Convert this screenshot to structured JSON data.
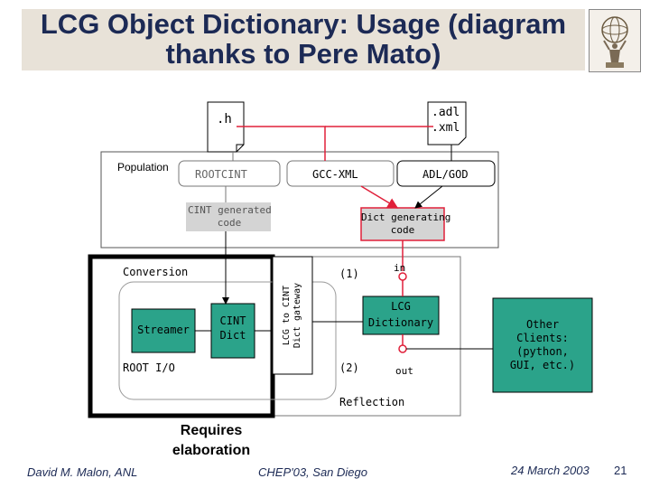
{
  "slide": {
    "title_line1": "LCG Object Dictionary: Usage (diagram",
    "title_line2": "thanks to Pere Mato)",
    "logo_icon": "atlas-figure-icon"
  },
  "diagram": {
    "file_h": ".h",
    "file_adl_line1": ".adl",
    "file_adl_line2": ".xml",
    "population": "Population",
    "rootcint": "ROOTCINT",
    "gccxml": "GCC-XML",
    "adlgod": "ADL/GOD",
    "cint_generated_line1": "CINT generated",
    "cint_generated_line2": "code",
    "dict_generating_line1": "Dict generating",
    "dict_generating_line2": "code",
    "conversion": "Conversion",
    "streamer": "Streamer",
    "cint_dict_line1": "CINT",
    "cint_dict_line2": "Dict",
    "gateway_line1": "LCG to CINT",
    "gateway_line2": "Dict gateway",
    "root_io": "ROOT I/O",
    "marker_1": "(1)",
    "marker_2": "(2)",
    "in_label": "in",
    "out_label": "out",
    "lcg_dict_line1": "LCG",
    "lcg_dict_line2": "Dictionary",
    "other_clients_line1": "Other",
    "other_clients_line2": "Clients:",
    "other_clients_line3": "(python,",
    "other_clients_line4": "GUI, etc.)",
    "reflection": "Reflection",
    "requires_line1": "Requires",
    "requires_line2": "elaboration"
  },
  "footer": {
    "author": "David M. Malon, ANL",
    "conference": "CHEP'03, San Diego",
    "date": "24 March 2003",
    "page": "21"
  },
  "colors": {
    "green_box": "#2ba38a",
    "gray_box": "#d4d4d4",
    "red_line": "#e0203a",
    "title_band": "#e8e2d8"
  }
}
